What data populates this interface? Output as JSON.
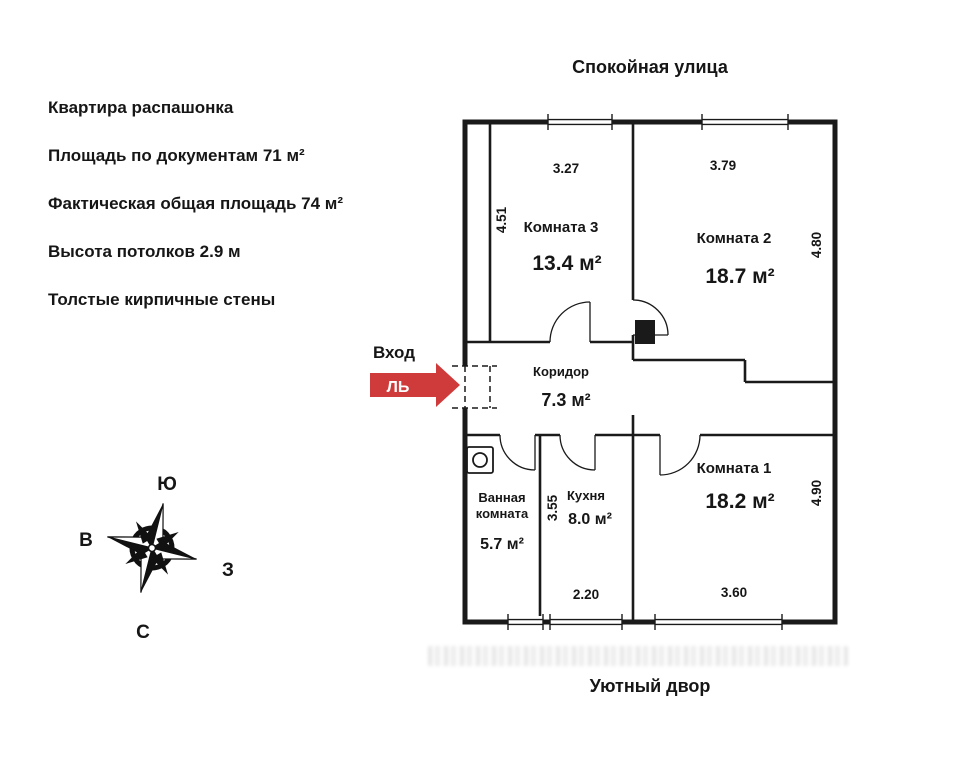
{
  "street_label": "Спокойная улица",
  "yard_label": "Уютный двор",
  "info": {
    "lines": [
      "Квартира распашонка",
      "Площадь по документам 71 м²",
      "Фактическая общая площадь 74 м²",
      "Высота потолков 2.9 м",
      "Толстые кирпичные стены"
    ]
  },
  "entrance": {
    "label": "Вход",
    "watermark_letters": "ЛЬ"
  },
  "compass": {
    "top": "Ю",
    "left": "В",
    "right": "З",
    "bottom": "С"
  },
  "rooms": {
    "room3": {
      "name": "Комната 3",
      "area": "13.4 м²",
      "dim_top": "3.27",
      "dim_side": "4.51"
    },
    "room2": {
      "name": "Комната 2",
      "area": "18.7 м²",
      "dim_top": "3.79",
      "dim_side": "4.80"
    },
    "corridor": {
      "name": "Коридор",
      "area": "7.3 м²"
    },
    "bathroom": {
      "name_line1": "Ванная",
      "name_line2": "комната",
      "area": "5.7 м²"
    },
    "kitchen": {
      "name": "Кухня",
      "area": "8.0 м²",
      "dim_side": "3.55",
      "dim_bottom": "2.20"
    },
    "room1": {
      "name": "Комната 1",
      "area": "18.2 м²",
      "dim_side": "4.90",
      "dim_bottom": "3.60"
    }
  },
  "colors": {
    "accent_red": "#cf3a3a",
    "wall": "#1a1a1a"
  }
}
